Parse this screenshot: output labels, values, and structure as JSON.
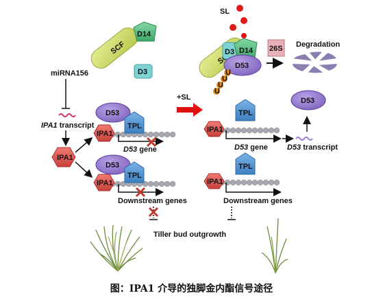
{
  "labels": {
    "scf": "SCF",
    "d14": "D14",
    "d3": "D3",
    "sl": "SL",
    "s26": "26S",
    "degradation": "Degradation",
    "d53": "D53",
    "mirna": "miRNA156",
    "ipa1_transcript_gene": "IPA1",
    "ipa1_transcript_word": " transcript",
    "plus_sl": "+SL",
    "tpl": "TPL",
    "ipa1": "IPA1",
    "d53_gene_name": "D53",
    "gene_word": " gene",
    "d53_transcript_name": "D53",
    "transcript_word": " transcript",
    "downstream_genes": "Downstream genes",
    "tiller": "Tiller bud outgrowth",
    "ub": "U"
  },
  "caption": "图：IPA1 介导的独脚金内酯信号途径",
  "colors": {
    "scf": "#d2de6c",
    "d14": "#5cbf86",
    "d3": "#7fd3d3",
    "d53": "#9b7fd0",
    "tpl": "#5b9bd5",
    "ipa1": "#e05a5a",
    "sl_dot": "#e01818",
    "s26": "#e8b0b8",
    "ub": "#e08a1a",
    "dna": "#a8a8b0",
    "red_arrow": "#e01010",
    "cross": "#c0392b",
    "degradation_slices": "#8a7fb0"
  }
}
